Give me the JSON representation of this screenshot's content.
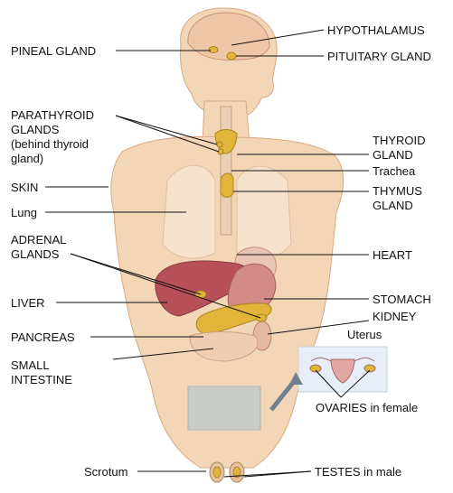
{
  "labels": {
    "pineal": "PINEAL GLAND",
    "hypothalamus": "HYPOTHALAMUS",
    "pituitary": "PITUITARY GLAND",
    "parathyroid_1": "PARATHYROID",
    "parathyroid_2": "GLANDS",
    "parathyroid_3": "(behind thyroid",
    "parathyroid_4": "gland)",
    "thyroid_1": "THYROID",
    "thyroid_2": "GLAND",
    "trachea": "Trachea",
    "skin": "SKIN",
    "thymus_1": "THYMUS",
    "thymus_2": "GLAND",
    "lung": "Lung",
    "adrenal_1": "ADRENAL",
    "adrenal_2": "GLANDS",
    "heart": "HEART",
    "liver": "LIVER",
    "stomach": "STOMACH",
    "kidney": "KIDNEY",
    "pancreas": "PANCREAS",
    "uterus": "Uterus",
    "small_intestine_1": "SMALL",
    "small_intestine_2": "INTESTINE",
    "ovaries": "OVARIES in female",
    "scrotum": "Scrotum",
    "testes": "TESTES in male"
  },
  "colors": {
    "skin": "#f3d6b6",
    "skin_shade": "#e4b992",
    "gland": "#e0b53a",
    "liver": "#b8505a",
    "stomach": "#d48a86",
    "organ_line": "#8a5a40",
    "leader_line": "#111111",
    "inset_bg": "#e7eef7",
    "arrow": "#6f8190",
    "cover_box": "#c9ccc9"
  }
}
